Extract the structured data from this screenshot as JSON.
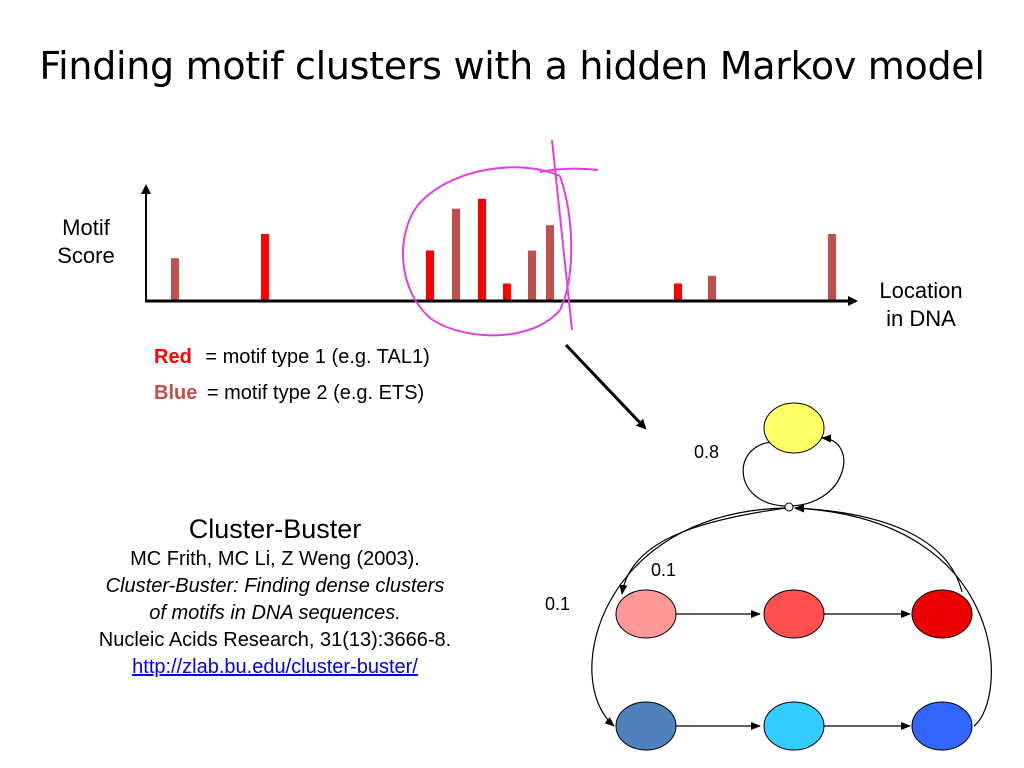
{
  "title": "Finding motif clusters with a hidden Markov model",
  "plot": {
    "ylabel_line1": "Motif",
    "ylabel_line2": "Score",
    "xlabel_line1": "Location",
    "xlabel_line2": "in DNA"
  },
  "legend": {
    "red_key": "Red",
    "red_text": "= motif type 1 (e.g. TAL1)",
    "blue_key": "Blue",
    "blue_text": "= motif type 2 (e.g. ETS)"
  },
  "citation": {
    "name": "Cluster-Buster",
    "authors": "MC Frith, MC Li, Z Weng (2003).",
    "paper_line1": "Cluster-Buster: Finding dense clusters",
    "paper_line2": "of motifs in DNA sequences.",
    "journal": "Nucleic Acids Research, 31(13):3666-8.",
    "link": "http://zlab.bu.edu/cluster-buster/"
  },
  "hmm": {
    "prob_background": "0.8",
    "prob_type1": "0.1",
    "prob_type2": "0.1"
  },
  "colors": {
    "type1_bar": "#ff0000",
    "type2_bar": "#c0504d",
    "background_state": "#ffff66",
    "red_states": [
      "#ff9999",
      "#ff5050",
      "#ee0000"
    ],
    "blue_states": [
      "#4f81bd",
      "#33ccff",
      "#3366ff"
    ],
    "annotation_circle": "#e040e0"
  },
  "chart_data": {
    "type": "bar",
    "xlabel": "Location in DNA",
    "ylabel": "Motif Score",
    "series": [
      {
        "name": "Red",
        "color": "#ff0000",
        "points": [
          [
            265,
            0.6
          ],
          [
            430,
            0.45
          ],
          [
            482,
            0.92
          ],
          [
            507,
            0.15
          ],
          [
            678,
            0.15
          ]
        ]
      },
      {
        "name": "Blue",
        "color": "#c0504d",
        "points": [
          [
            175,
            0.38
          ],
          [
            456,
            0.83
          ],
          [
            532,
            0.45
          ],
          [
            550,
            0.68
          ],
          [
            712,
            0.22
          ],
          [
            832,
            0.6
          ]
        ]
      }
    ],
    "xlim": [
      145,
      850
    ],
    "ylim": [
      0,
      1
    ]
  }
}
